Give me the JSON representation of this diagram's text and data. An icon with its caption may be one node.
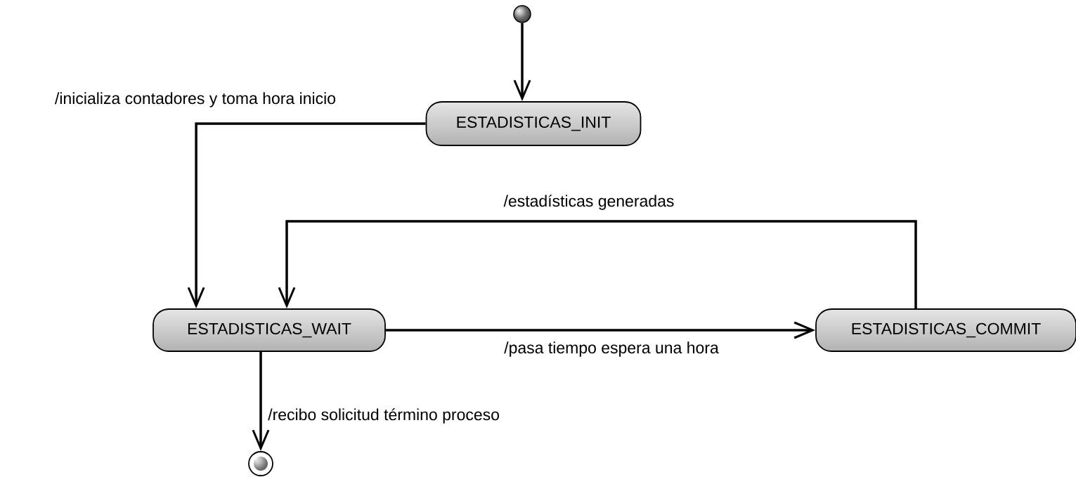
{
  "diagram": {
    "nodes": [
      {
        "text": [],
        "shape": "circle"
      },
      {
        "text": [
          "ESTADISTICAS_INIT"
        ]
      },
      {
        "text": [
          "ESTADISTICAS_WAIT"
        ]
      },
      {
        "text": [
          "ESTADISTICAS_COMMIT"
        ]
      },
      {
        "text": [],
        "shape": "bullseye"
      }
    ],
    "edges": [
      {
        "from": 0,
        "to": 1,
        "arrow": "to"
      },
      {
        "from": 1,
        "to": 2,
        "arrow": "to",
        "label": "/inicializa contadores y toma hora inicio"
      },
      {
        "from": 3,
        "to": 2,
        "arrow": "to",
        "label": "/estadísticas generadas"
      },
      {
        "from": 2,
        "to": 3,
        "arrow": "to",
        "label": "/pasa tiempo espera una hora"
      },
      {
        "from": 2,
        "to": 4,
        "arrow": "to",
        "label": "/recibo solicitud término proceso"
      }
    ]
  }
}
